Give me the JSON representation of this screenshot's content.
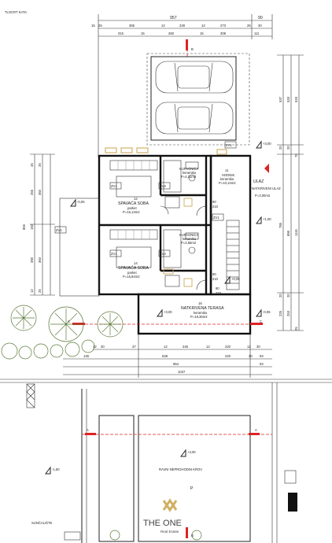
{
  "floor_title": "TLOCRT KATA",
  "rooms": {
    "bed1_no": "12",
    "bed1_name": "SPAVAĆA SOBA",
    "bed1_floor": "parket",
    "bed1_area": "P=15,13m2",
    "bath1_name": "KUPAONICA",
    "bath1_floor": "keramika",
    "bath1_area": "P=4,31m2",
    "bed2_no": "14",
    "bed2_name": "SPAVAĆA SOBA",
    "bed2_floor": "parket",
    "bed2_area": "P=15,84m2",
    "bath2_name": "KUPAONICA",
    "bath2_floor": "keramika",
    "bath2_area": "P=4,55m2",
    "hall_no": "11",
    "hall_name": "HODNIK",
    "hall_floor": "keramika",
    "hall_area": "P=10,14m2",
    "entry_name": "ULAZ",
    "stair_name": "NATKRIVENI ULAZ",
    "stair_area": "P=3,00m2",
    "terrace_no": "16",
    "terrace_name": "NATKRIVENA TERASA",
    "terrace_floor": "keramika",
    "terrace_area": "P=18,36m2",
    "yard_name": "RAVNI NEPROHODNI KROV",
    "yard_letter": "P",
    "bottom_left": "SUNČALIŠTE"
  },
  "levels": {
    "top": "+3,00",
    "right1": "+1,00",
    "mid": "+0,05",
    "left": "-0,05",
    "terrace": "+3,00",
    "terrace_r": "-0,05",
    "yard": "+3,00",
    "bl": "-1,50"
  },
  "window_tags": [
    "ZV1",
    "ZV3",
    "ZV1",
    "ZV1",
    "ZV3",
    "ZV1",
    "ZV1"
  ],
  "openings": [
    "90",
    "210",
    "90",
    "210",
    "80",
    "210"
  ],
  "dims_top": {
    "total": "957",
    "r1": "90",
    "row2": [
      "15",
      "25",
      "355",
      "12",
      "228",
      "12",
      "273",
      "25",
      "30"
    ],
    "row3": [
      "315",
      "15",
      "260",
      "15",
      "308",
      "111"
    ]
  },
  "dims_right": [
    "537",
    "533",
    "533",
    "20",
    "20",
    "70",
    "785",
    "895",
    "1115",
    "20",
    "20",
    "225",
    "253",
    "25"
  ],
  "dims_left": [
    "45",
    "25",
    "265",
    "360",
    "192",
    "865",
    "360",
    "390",
    "25",
    "12"
  ],
  "dims_bottom": {
    "row1": [
      "12",
      "30",
      "37",
      "12",
      "246",
      "12",
      "220",
      "12",
      "30"
    ],
    "row2": [
      "146",
      "548",
      "220",
      "30",
      "93"
    ],
    "row3": [
      "954",
      "93"
    ],
    "row4": [
      "1047"
    ]
  },
  "sections": {
    "top": "B",
    "left": "C",
    "right": "C",
    "lower_left": "A",
    "lower_right": "A",
    "bottom": "B"
  },
  "brand": {
    "name": "THE ONE",
    "sub": "Real Estate"
  }
}
